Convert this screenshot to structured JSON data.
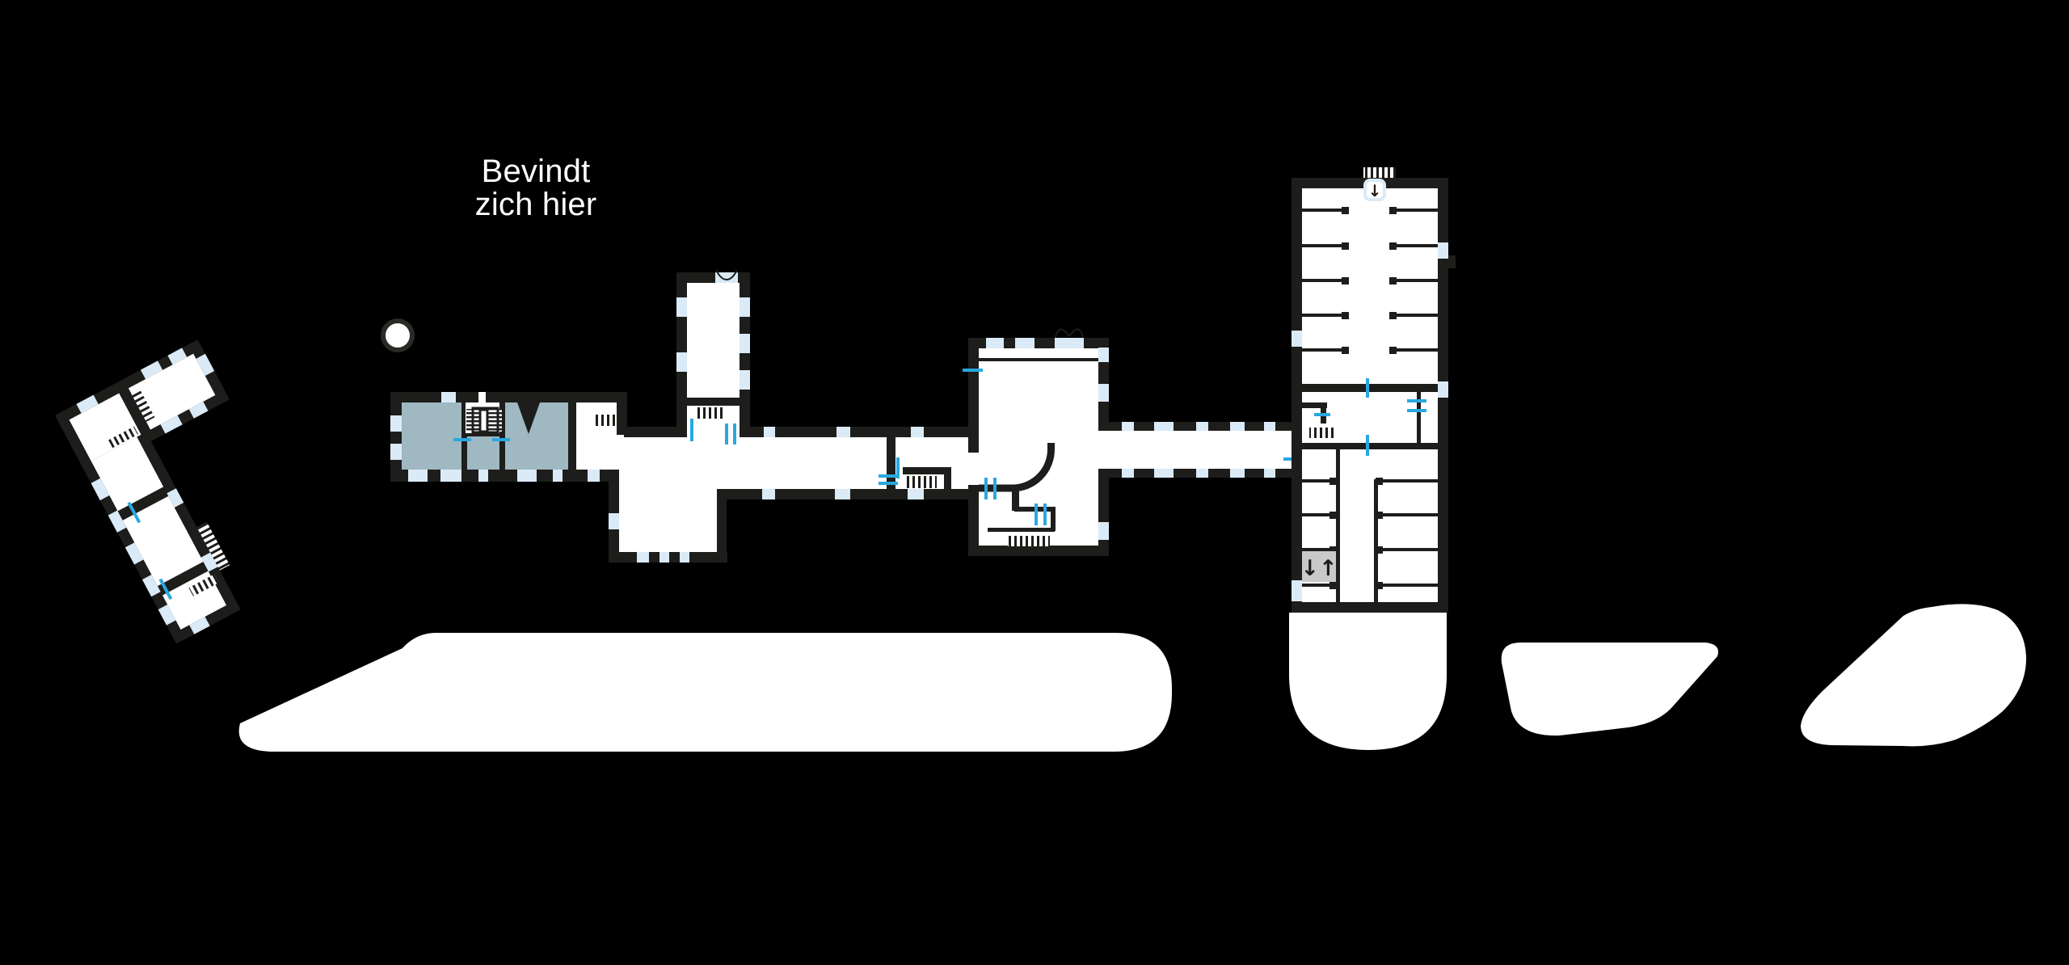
{
  "colors": {
    "background": "#000000",
    "wall": "#1d1d1b",
    "room": "#ffffff",
    "highlight": "#9fb8c2",
    "window": "#daeaf7",
    "door": "#29a8e0",
    "elevator": "#c9c9c9",
    "marker-ring": "#2b2a26",
    "marker-dot": "#ffffff",
    "label": "#ffffff"
  },
  "you_are_here": {
    "label": "Bevindt\nzich hier",
    "marker": "location-dot"
  },
  "icons": {
    "elevator": "↓↑",
    "entrance_arrow": "↓",
    "stairs": "comb-hatch",
    "double_door": "butterfly-arcs"
  }
}
